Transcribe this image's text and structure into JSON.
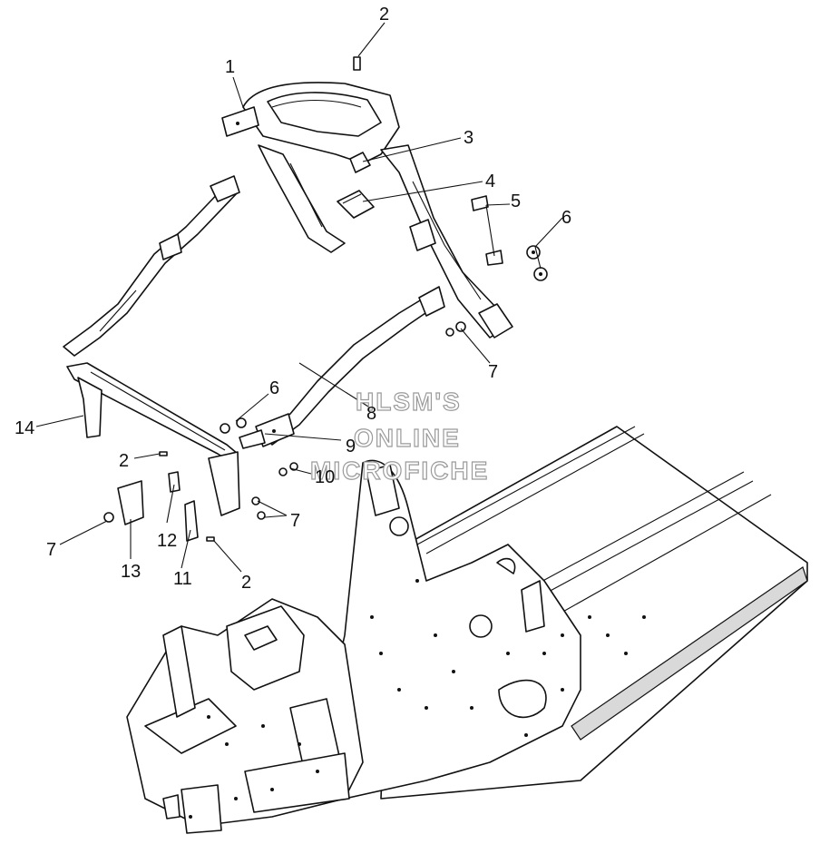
{
  "callouts": [
    {
      "id": "c-1",
      "text": "1"
    },
    {
      "id": "c-2a",
      "text": "2"
    },
    {
      "id": "c-3",
      "text": "3"
    },
    {
      "id": "c-4",
      "text": "4"
    },
    {
      "id": "c-5",
      "text": "5"
    },
    {
      "id": "c-6a",
      "text": "6"
    },
    {
      "id": "c-7a",
      "text": "7"
    },
    {
      "id": "c-6b",
      "text": "6"
    },
    {
      "id": "c-8",
      "text": "8"
    },
    {
      "id": "c-9",
      "text": "9"
    },
    {
      "id": "c-14",
      "text": "14"
    },
    {
      "id": "c-2b",
      "text": "2"
    },
    {
      "id": "c-10",
      "text": "10"
    },
    {
      "id": "c-7b",
      "text": "7"
    },
    {
      "id": "c-7c",
      "text": "7"
    },
    {
      "id": "c-12",
      "text": "12"
    },
    {
      "id": "c-13",
      "text": "13"
    },
    {
      "id": "c-11",
      "text": "11"
    },
    {
      "id": "c-2c",
      "text": "2"
    }
  ],
  "watermark": {
    "line1": "HLSM'S",
    "line2": "ONLINE",
    "line3": "MICROFICHE"
  }
}
